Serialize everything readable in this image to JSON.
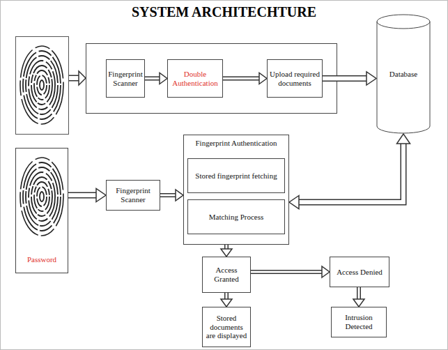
{
  "diagram": {
    "title": "SYSTEM ARCHITECHTURE",
    "nodes": [
      {
        "text": [
          "Fingerprint Scanner"
        ]
      },
      {
        "text": [
          "Double Authentication"
        ]
      },
      {
        "text": [
          "Upload required documents"
        ]
      },
      {
        "text": [
          "Database"
        ]
      },
      {
        "text": [
          "Password"
        ]
      },
      {
        "text": [
          "Fingerprint Scanner"
        ]
      },
      {
        "text": [
          "Fingerprint Authentication"
        ]
      },
      {
        "text": [
          "Stored fingerprint fetching"
        ],
        "in": 6
      },
      {
        "text": [
          "Matching Process"
        ],
        "in": 6
      },
      {
        "text": [
          "Access Granted"
        ]
      },
      {
        "text": [
          "Access Denied"
        ]
      },
      {
        "text": [
          "Stored documents are displayed"
        ]
      },
      {
        "text": [
          "Intrusion Detected"
        ]
      }
    ],
    "edges": [
      {
        "from": 0,
        "to": 1,
        "arrow": "to"
      },
      {
        "from": 1,
        "to": 2,
        "arrow": "to"
      },
      {
        "from": 2,
        "to": 3,
        "arrow": "to"
      },
      {
        "from": 4,
        "to": 5,
        "arrow": "to"
      },
      {
        "from": 5,
        "to": 6,
        "arrow": "to"
      },
      {
        "from": 3,
        "to": 6,
        "arrow": "both"
      },
      {
        "from": 6,
        "to": 9,
        "arrow": "to"
      },
      {
        "from": 9,
        "to": 10,
        "arrow": "to"
      },
      {
        "from": 9,
        "to": 11,
        "arrow": "to"
      },
      {
        "from": 10,
        "to": 12,
        "arrow": "to"
      }
    ]
  }
}
